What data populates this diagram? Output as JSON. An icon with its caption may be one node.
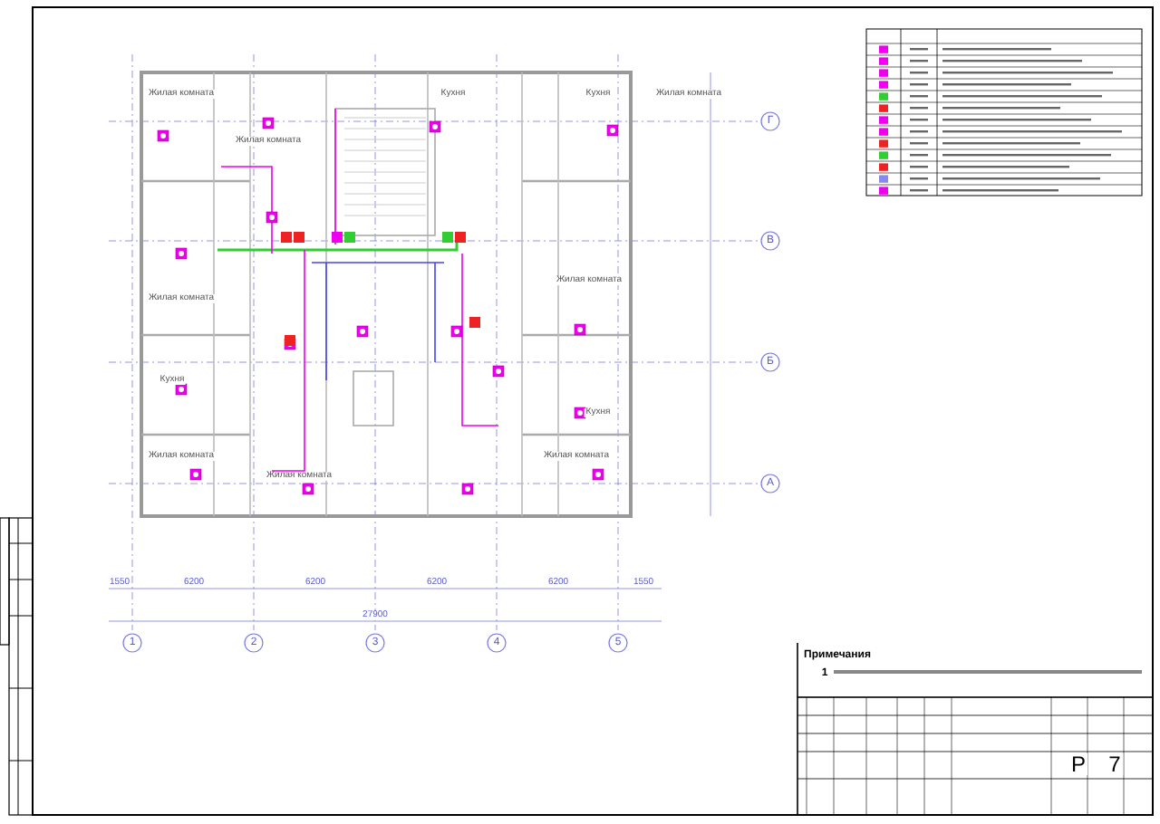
{
  "diagram": {
    "labels": [
      "Жилая комната",
      "Жилая комната",
      "Кухня",
      "Кухня",
      "Жилая комната",
      "Г",
      "В",
      "Жилая комната",
      "Жилая комната",
      "Б",
      "Кухня",
      "Кухня",
      "Жилая комната",
      "Жилая комната",
      "Жилая комната",
      "А",
      "1550",
      "6200",
      "6200",
      "6200",
      "6200",
      "1550",
      "27900",
      "1",
      "2",
      "3",
      "4",
      "5",
      "Примечания",
      "1",
      "Р",
      "7"
    ]
  }
}
